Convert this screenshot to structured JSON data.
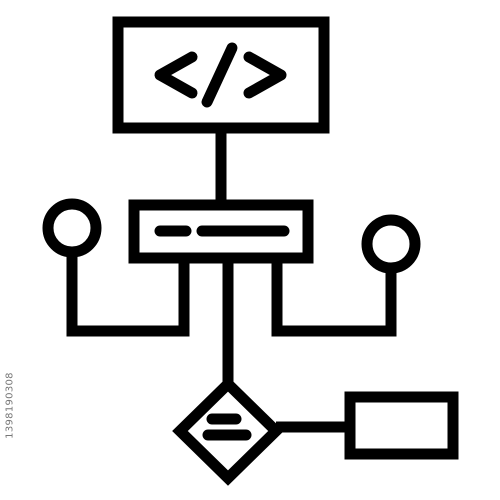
{
  "icon": {
    "name": "code-flowchart-icon",
    "stroke_color": "#000000",
    "background_color": "#ffffff",
    "parts": [
      "code-window",
      "code-symbol",
      "process-block",
      "left-node",
      "right-node",
      "decision-diamond",
      "output-block"
    ]
  },
  "watermark": {
    "side_id": "1398190308"
  }
}
